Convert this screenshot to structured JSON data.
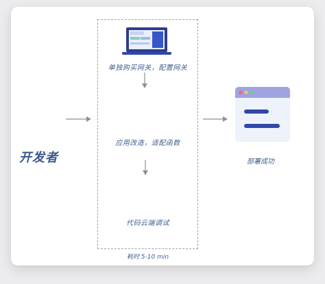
{
  "developer_label": "开发者",
  "steps": [
    "单独购买网关，配置网关",
    "应用改造，适配函数",
    "代码云端调试"
  ],
  "duration_label": "耗时 5-10 min",
  "deploy_label": "部署成功",
  "colors": {
    "accent_blue": "#2f48a8",
    "text_blue": "#3f5f8f",
    "window_header": "#9fa3e0",
    "window_body": "#eef2fb",
    "arrow": "#8a8f98"
  },
  "icons": {
    "laptop": "laptop-icon",
    "browser": "browser-window-icon"
  }
}
